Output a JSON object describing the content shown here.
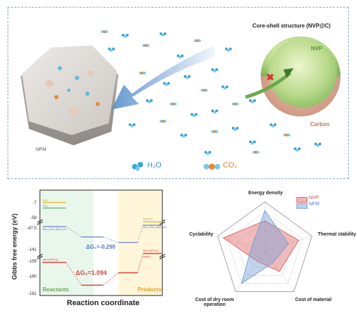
{
  "top": {
    "title": "Core-shell structure (NVP@C)",
    "nvp_label": "NVP",
    "carbon_label": "Carbon",
    "nfm_label": "NFM",
    "legend": {
      "h2o": "H₂O",
      "co2": "CO₂"
    }
  },
  "energy": {
    "ylabel": "Gibbs free energy (eV)",
    "xlabel": "Reaction coordinate",
    "yticks": [
      "-7",
      "-59",
      "-87.5",
      "-141",
      "-159",
      "-160",
      "-161"
    ],
    "dg1": "ΔG₁=-0.290",
    "dg2": "ΔG₂=1.094",
    "reactants": "Reactants",
    "products": "Products",
    "small_labels": {
      "h2o": "H₂O",
      "co2": "CO₂",
      "nfm_r": "Na₀.₆₇Fe₀.₅Mn₀.₅O₂",
      "nvp_r": "Na₃V₂(PO₄)₃",
      "nfm_p": "Na₀.₆₇Fe₀.₅Mn₀.₅O₂",
      "nvp_p": "Na₃V₂(PO₄)₃",
      "p1": "Na₂CO₃",
      "p2": "NaOH"
    },
    "colors": {
      "h2o": "#e8c02a",
      "co2": "#6fbf7a",
      "nfm": "#7e93c9",
      "nvp": "#d9473b"
    }
  },
  "radar": {
    "axes": [
      "Energy density",
      "Thermal stability",
      "Cost of material",
      "Cost of dry room operation",
      "Cyclability"
    ],
    "series": [
      {
        "name": "NVP",
        "values": [
          0.62,
          0.72,
          0.5,
          0.25,
          0.88
        ],
        "color": "#e06868"
      },
      {
        "name": "NFM",
        "values": [
          0.82,
          0.5,
          0.28,
          0.8,
          0.28
        ],
        "color": "#7aa0dc"
      }
    ]
  }
}
